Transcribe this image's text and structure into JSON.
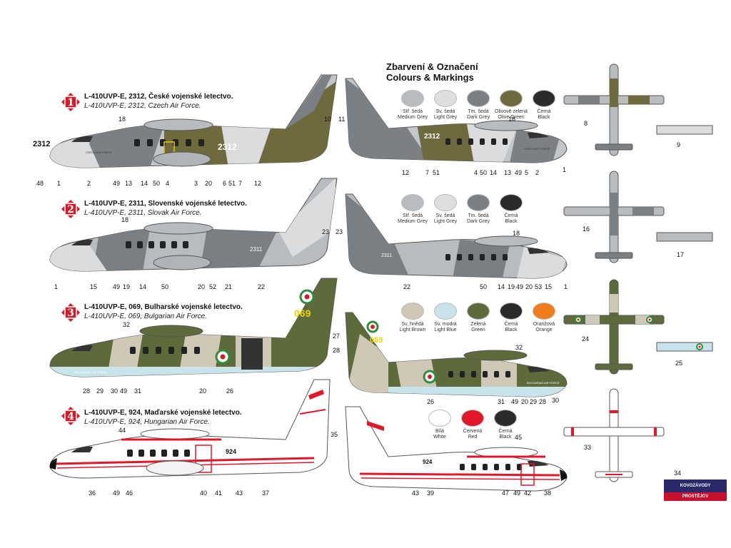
{
  "header": {
    "title_cz": "Zbarvení & Označení",
    "title_en": "Colours & Markings"
  },
  "schemes": [
    {
      "number": "1",
      "title_cz": "L-410UVP-E, 2312, České vojenské letectvo.",
      "title_en": "L-410UVP-E, 2312, Czech Air Force.",
      "serial": "2312",
      "swatches": [
        {
          "cz": "Stř. šedá",
          "en": "Medium Grey",
          "color": "#b9bcbf"
        },
        {
          "cz": "Sv. šedá",
          "en": "Light Grey",
          "color": "#dcdee0"
        },
        {
          "cz": "Tm. šedá",
          "en": "Dark Grey",
          "color": "#7a7f84"
        },
        {
          "cz": "Olivově zelená",
          "en": "Olive Green",
          "color": "#6f6a3e"
        },
        {
          "cz": "Černá",
          "en": "Black",
          "color": "#2b2b2b"
        }
      ]
    },
    {
      "number": "2",
      "title_cz": "L-410UVP-E, 2311, Slovenské vojenské letectvo.",
      "title_en": "L-410UVP-E, 2311, Slovak Air Force.",
      "serial": "2311",
      "swatches": [
        {
          "cz": "Stř. šedá",
          "en": "Medium Grey",
          "color": "#b9bcbf"
        },
        {
          "cz": "Sv. šedá",
          "en": "Light Grey",
          "color": "#dcdee0"
        },
        {
          "cz": "Tm. šedá",
          "en": "Dark Grey",
          "color": "#7a7f84"
        },
        {
          "cz": "Černá",
          "en": "Black",
          "color": "#2b2b2b"
        }
      ]
    },
    {
      "number": "3",
      "title_cz": "L-410UVP-E, 069, Bulharské vojenské letectvo.",
      "title_en": "L-410UVP-E, 069, Bulgarian Air Force.",
      "serial": "069",
      "swatches": [
        {
          "cz": "Sv. hnědá",
          "en": "Light Brown",
          "color": "#cfc8b6"
        },
        {
          "cz": "Sv. modrá",
          "en": "Light Blue",
          "color": "#c9e3ea"
        },
        {
          "cz": "Zelená",
          "en": "Green",
          "color": "#5d6b3a"
        },
        {
          "cz": "Černá",
          "en": "Black",
          "color": "#2b2b2b"
        },
        {
          "cz": "Oranžová",
          "en": "Orange",
          "color": "#ef7d1a"
        }
      ]
    },
    {
      "number": "4",
      "title_cz": "L-410UVP-E, 924, Maďarské vojenské letectvo.",
      "title_en": "L-410UVP-E, 924, Hungarian Air Force.",
      "serial": "924",
      "swatches": [
        {
          "cz": "Bílá",
          "en": "White",
          "color": "#ffffff"
        },
        {
          "cz": "Červená",
          "en": "Red",
          "color": "#e0182a"
        },
        {
          "cz": "Černá",
          "en": "Black",
          "color": "#2b2b2b"
        }
      ]
    }
  ],
  "callouts": {
    "s1_left": [
      "2312",
      "48",
      "1",
      "2",
      "49",
      "13",
      "14",
      "50",
      "4",
      "3",
      "20",
      "6",
      "51",
      "7",
      "12",
      "18",
      "10"
    ],
    "s1_right": [
      "11",
      "12",
      "7",
      "51",
      "4",
      "50",
      "14",
      "13",
      "49",
      "5",
      "2",
      "1",
      "18",
      "8",
      "9"
    ],
    "s2_left": [
      "1",
      "15",
      "49",
      "19",
      "14",
      "50",
      "20",
      "52",
      "21",
      "22",
      "23",
      "18"
    ],
    "s2_right": [
      "23",
      "22",
      "50",
      "14",
      "19",
      "49",
      "20",
      "53",
      "15",
      "1",
      "18",
      "16",
      "17"
    ],
    "s3_left": [
      "32",
      "28",
      "29",
      "30",
      "49",
      "31",
      "20",
      "26",
      "27",
      "28"
    ],
    "s3_right": [
      "32",
      "26",
      "31",
      "49",
      "20",
      "29",
      "28",
      "30",
      "24",
      "25"
    ],
    "s4_left": [
      "44",
      "36",
      "49",
      "46",
      "40",
      "41",
      "43",
      "37",
      "35"
    ],
    "s4_right": [
      "35",
      "45",
      "43",
      "39",
      "47",
      "49",
      "42",
      "38",
      "33",
      "34"
    ]
  },
  "fuselage_text": {
    "czech_af": "CZECH AIR FORCE",
    "bulgarian_af": "BULGARIAN AIR FORCE"
  },
  "logo": {
    "line1": "KOVOZÁVODY",
    "line2": "PROSTĚJOV"
  }
}
